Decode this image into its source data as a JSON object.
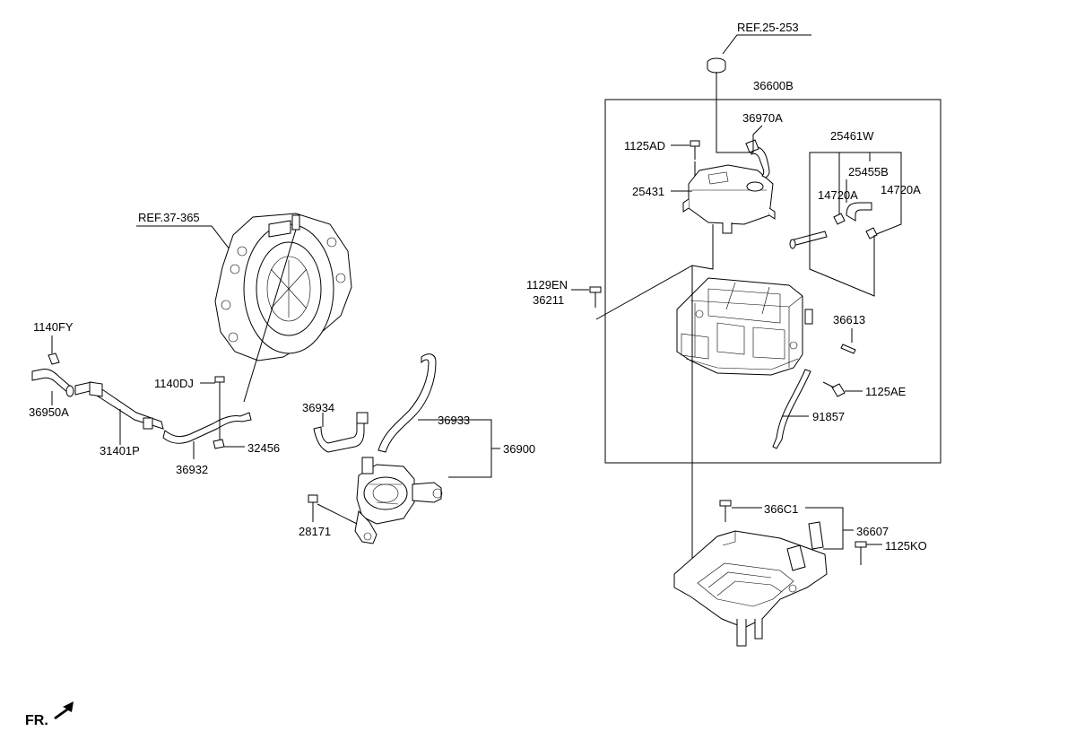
{
  "diagram": {
    "refs": {
      "ref_25_253": "REF.25-253",
      "ref_37_365": "REF.37-365"
    },
    "labels": {
      "p36600B": "36600B",
      "p36970A": "36970A",
      "p1125AD": "1125AD",
      "p25461W": "25461W",
      "p25455B": "25455B",
      "p14720A_left": "14720A",
      "p14720A_right": "14720A",
      "p25431": "25431",
      "p1129EN": "1129EN",
      "p36211": "36211",
      "p36613": "36613",
      "p1125AE": "1125AE",
      "p91857": "91857",
      "p1140FY": "1140FY",
      "p36950A": "36950A",
      "p1140DJ": "1140DJ",
      "p31401P": "31401P",
      "p36932": "36932",
      "p32456": "32456",
      "p36934": "36934",
      "p36933": "36933",
      "p36900": "36900",
      "p28171": "28171",
      "p366C1": "366C1",
      "p36607": "36607",
      "p1125KO": "1125KO"
    },
    "fr_label": "FR."
  }
}
